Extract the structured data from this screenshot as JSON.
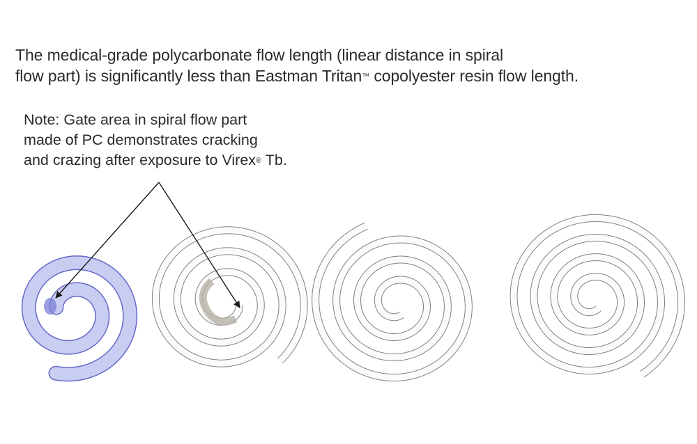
{
  "headline": {
    "line1": "The medical-grade polycarbonate flow length (linear distance in spiral",
    "line2_a": "flow part) is significantly less than Eastman Tritan",
    "line2_tm": "™",
    "line2_b": " copolyester resin flow length."
  },
  "note": {
    "line1": "Note: Gate area in spiral flow part",
    "line2": "made of PC demonstrates cracking",
    "line3_a": "and crazing after exposure to Virex",
    "line3_reg": "®",
    "line3_b": " Tb."
  },
  "colors": {
    "pc_fill": "#c9cdf2",
    "pc_edge": "#4a4fc0",
    "clear_edge": "#555555",
    "clear_fill": "#fbfbfb",
    "arrow": "#1a1a1a",
    "text": "#2b2b2b"
  },
  "spirals": [
    {
      "id": "pc-purple",
      "turns": 1.75,
      "style": "purple"
    },
    {
      "id": "pc-clear-cracked",
      "turns": 3.1,
      "style": "clear"
    },
    {
      "id": "tritan-1",
      "turns": 3.5,
      "style": "clear"
    },
    {
      "id": "tritan-2",
      "turns": 4.0,
      "style": "clear"
    }
  ]
}
